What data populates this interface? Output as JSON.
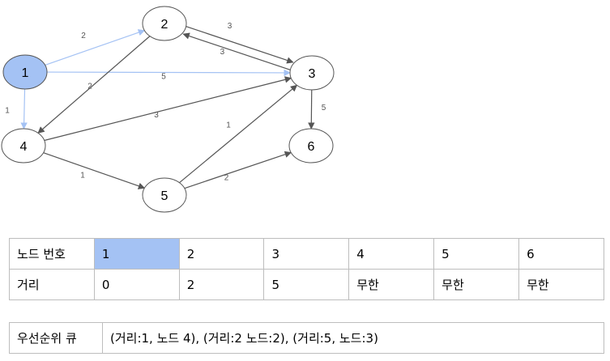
{
  "graph": {
    "nodes": [
      {
        "id": "1",
        "highlighted": true
      },
      {
        "id": "2",
        "highlighted": false
      },
      {
        "id": "3",
        "highlighted": false
      },
      {
        "id": "4",
        "highlighted": false
      },
      {
        "id": "5",
        "highlighted": false
      },
      {
        "id": "6",
        "highlighted": false
      }
    ],
    "edges": [
      {
        "from": "1",
        "to": "2",
        "weight": "2",
        "active": true
      },
      {
        "from": "1",
        "to": "3",
        "weight": "5",
        "active": true
      },
      {
        "from": "1",
        "to": "4",
        "weight": "1",
        "active": true
      },
      {
        "from": "2",
        "to": "3",
        "weight": "3",
        "active": false
      },
      {
        "from": "3",
        "to": "2",
        "weight": "3",
        "active": false
      },
      {
        "from": "2",
        "to": "4",
        "weight": "2",
        "active": false
      },
      {
        "from": "4",
        "to": "3",
        "weight": "3",
        "active": false
      },
      {
        "from": "3",
        "to": "6",
        "weight": "5",
        "active": false
      },
      {
        "from": "4",
        "to": "5",
        "weight": "1",
        "active": false
      },
      {
        "from": "5",
        "to": "3",
        "weight": "1",
        "active": false
      },
      {
        "from": "5",
        "to": "6",
        "weight": "2",
        "active": false
      }
    ],
    "colors": {
      "active_edge": "#a4c2f4",
      "edge": "#555555",
      "highlight_fill": "#a4c2f4"
    }
  },
  "distance_table": {
    "header_label": "노드 번호",
    "nodes": [
      "1",
      "2",
      "3",
      "4",
      "5",
      "6"
    ],
    "row_label": "거리",
    "distances": [
      "0",
      "2",
      "5",
      "무한",
      "무한",
      "무한"
    ],
    "highlighted_node": "1"
  },
  "priority_queue": {
    "label": "우선순위 큐",
    "value": "(거리:1, 노드 4), (거리:2 노드:2), (거리:5, 노드:3)"
  }
}
